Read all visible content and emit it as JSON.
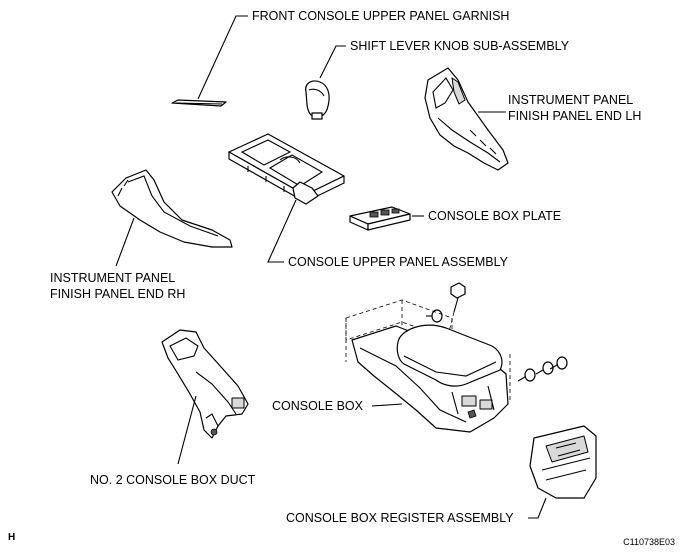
{
  "labels": {
    "front_garnish": "FRONT CONSOLE UPPER PANEL GARNISH",
    "shift_knob": "SHIFT LEVER KNOB SUB-ASSEMBLY",
    "finish_lh_1": "INSTRUMENT PANEL",
    "finish_lh_2": "FINISH PANEL END LH",
    "box_plate": "CONSOLE BOX PLATE",
    "upper_panel": "CONSOLE UPPER PANEL ASSEMBLY",
    "finish_rh_1": "INSTRUMENT PANEL",
    "finish_rh_2": "FINISH PANEL END RH",
    "console_box": "CONSOLE BOX",
    "duct": "NO. 2 CONSOLE BOX DUCT",
    "register": "CONSOLE BOX REGISTER ASSEMBLY"
  },
  "corner_left": "H",
  "corner_right": "C110738E03"
}
